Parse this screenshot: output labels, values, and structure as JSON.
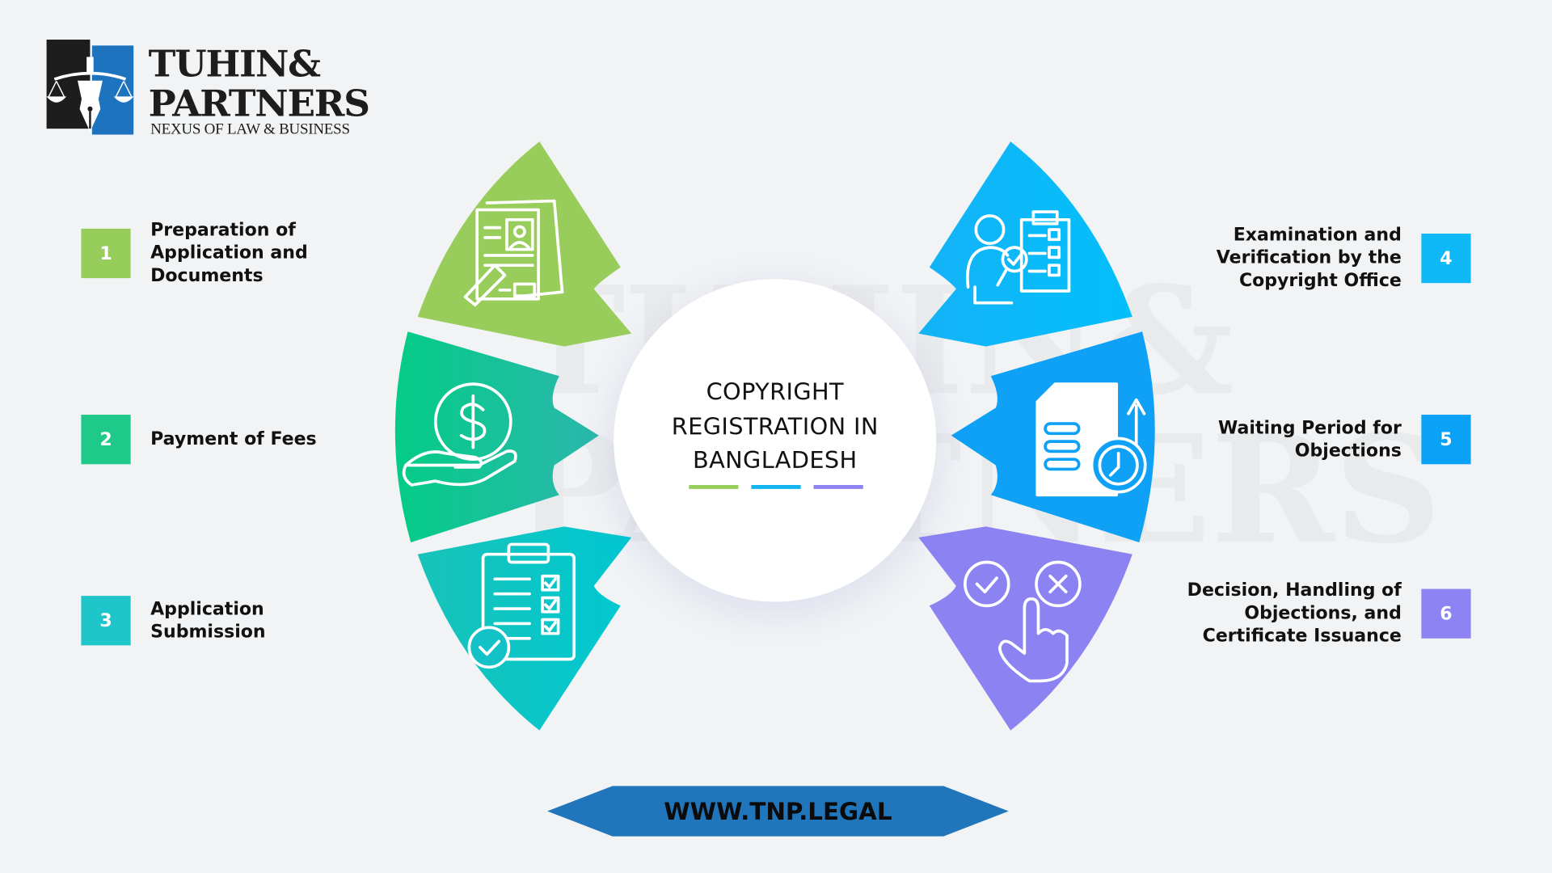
{
  "brand": {
    "name_line1": "TUHIN&",
    "name_line2": "PARTNERS",
    "tagline": "NEXUS OF LAW & BUSINESS"
  },
  "center": {
    "title_lines": [
      "COPYRIGHT",
      "REGISTRATION IN",
      "BANGLADESH"
    ]
  },
  "steps": [
    {
      "number": "1",
      "label": "Preparation of Application and Documents",
      "color": "#97cd5b",
      "icon": "document-pen-icon"
    },
    {
      "number": "2",
      "label": "Payment of Fees",
      "color": "#1ec98a",
      "icon": "hand-coin-dollar-icon"
    },
    {
      "number": "3",
      "label": "Application Submission",
      "color": "#1ec5c9",
      "icon": "clipboard-checklist-icon"
    },
    {
      "number": "4",
      "label": "Examination and Verification by the Copyright Office",
      "color": "#0fb8f7",
      "icon": "person-inspect-clipboard-icon"
    },
    {
      "number": "5",
      "label": "Waiting Period for Objections",
      "color": "#0aa2f7",
      "icon": "document-clock-icon"
    },
    {
      "number": "6",
      "label": "Decision, Handling of Objections, and Certificate Issuance",
      "color": "#8d83f2",
      "icon": "hand-approve-reject-icon"
    }
  ],
  "footer": {
    "website": "WWW.TNP.LEGAL",
    "color": "#2075bb"
  },
  "accent_bars": [
    "#97cd5b",
    "#12b5f0",
    "#8d83f2"
  ]
}
